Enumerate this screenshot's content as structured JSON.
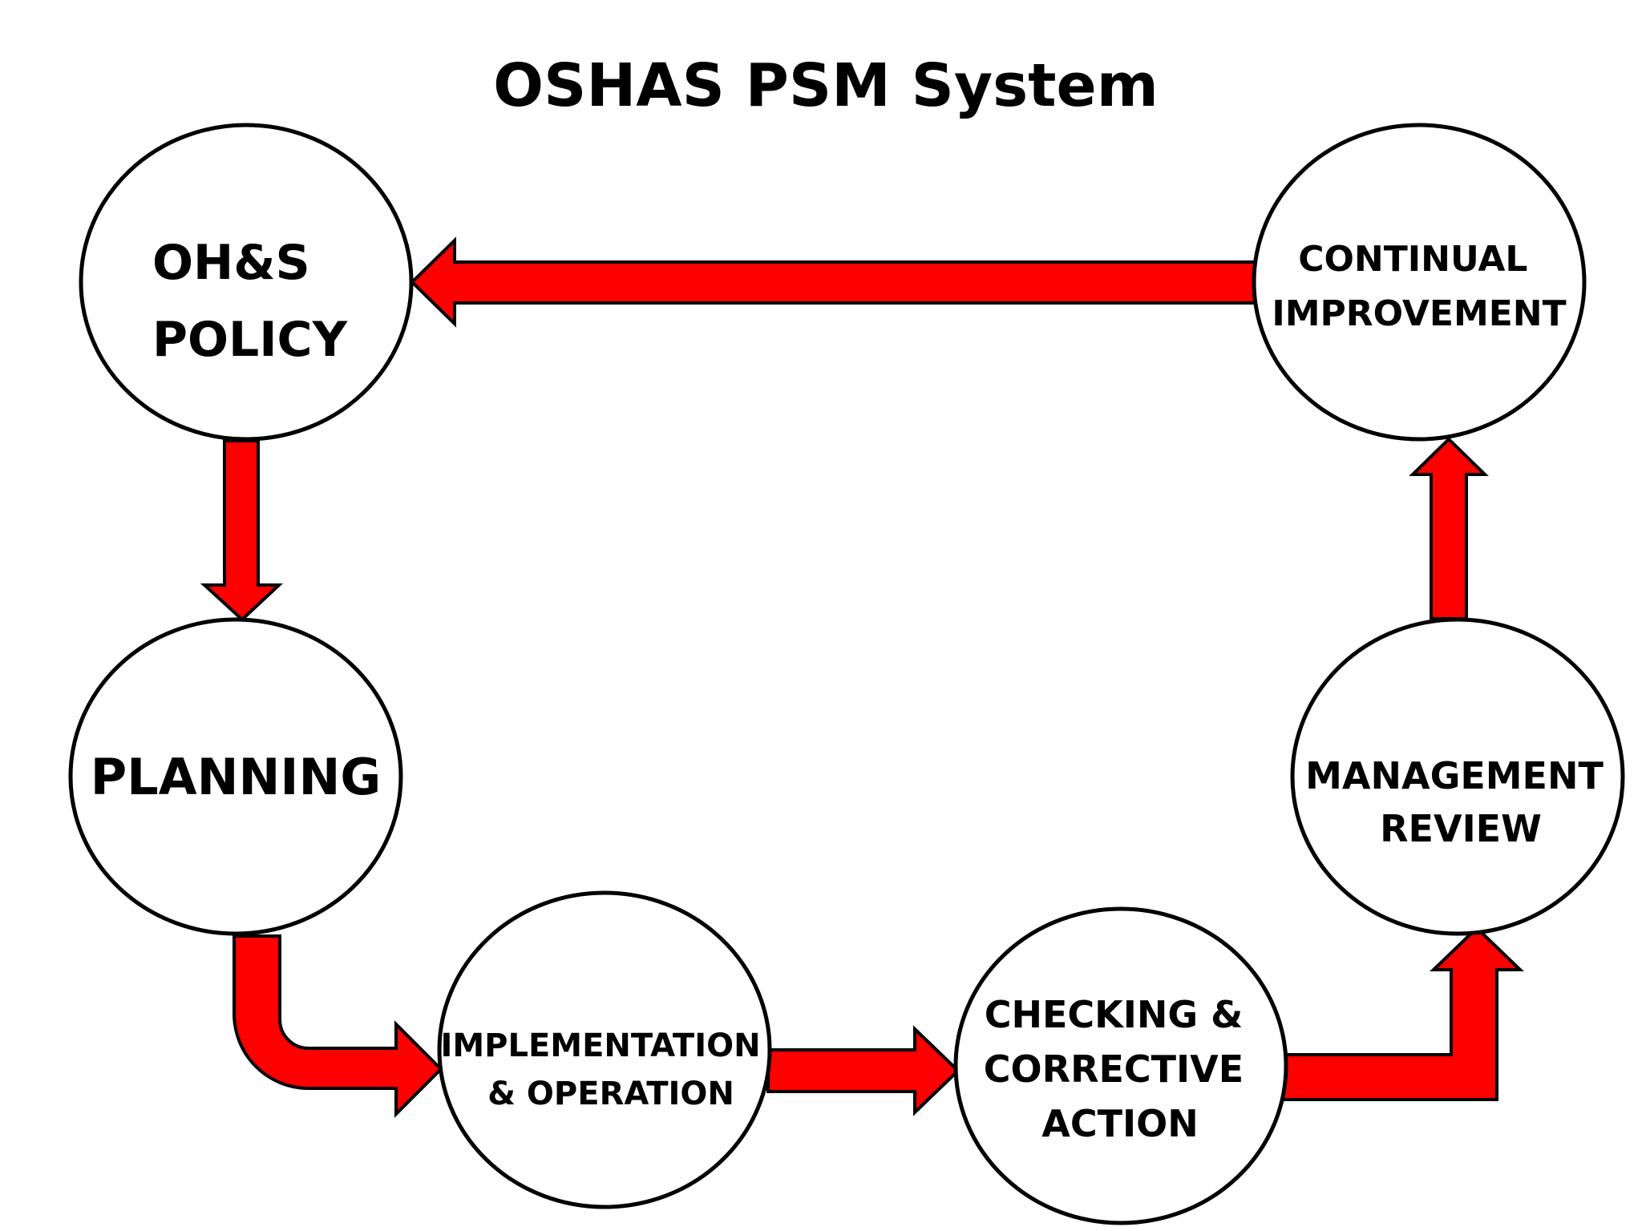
{
  "title": "OSHAS PSM System",
  "colors": {
    "arrow": "#ff0000",
    "outline": "#000000",
    "node_fill": "#ffffff"
  },
  "nodes": {
    "policy": {
      "lines": [
        "OH&S",
        "POLICY"
      ]
    },
    "planning": {
      "lines": [
        "PLANNING"
      ]
    },
    "implementation": {
      "lines": [
        "IMPLEMENTATION",
        "& OPERATION"
      ]
    },
    "checking": {
      "lines": [
        "CHECKING &",
        "CORRECTIVE",
        "ACTION"
      ]
    },
    "review": {
      "lines": [
        "MANAGEMENT",
        "REVIEW"
      ]
    },
    "improvement": {
      "lines": [
        "CONTINUAL",
        "IMPROVEMENT"
      ]
    }
  },
  "flow": [
    [
      "policy",
      "planning"
    ],
    [
      "planning",
      "implementation"
    ],
    [
      "implementation",
      "checking"
    ],
    [
      "checking",
      "review"
    ],
    [
      "review",
      "improvement"
    ],
    [
      "improvement",
      "policy"
    ]
  ]
}
